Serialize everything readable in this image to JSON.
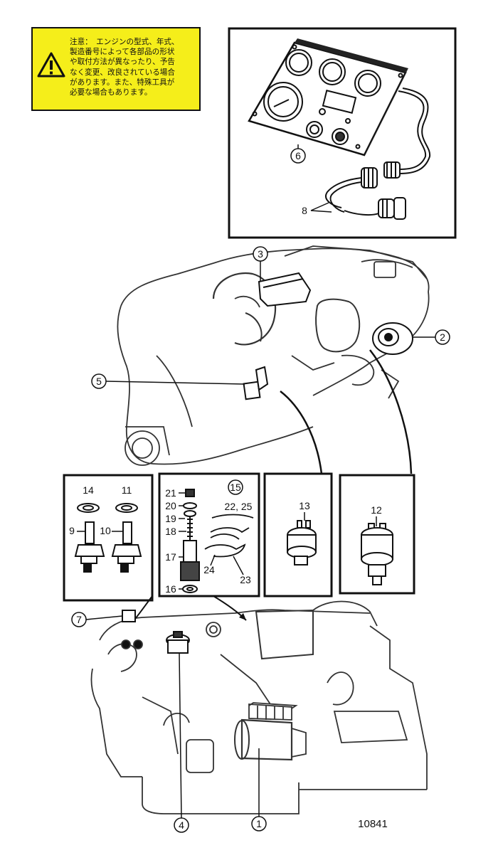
{
  "notice": {
    "icon": "warning-triangle-icon",
    "text": "注意：　エンジンの型式、年式、\n製造番号によって各部品の形状\nや取付方法が異なったり、予告\nなく変更、改良されている場合\nがあります。また、特殊工具が\n必要な場合もあります。"
  },
  "callouts": {
    "c1": "1",
    "c2": "2",
    "c3": "3",
    "c4": "4",
    "c5": "5",
    "c6": "6",
    "c7": "7",
    "c8": "8",
    "c9": "9",
    "c10": "10",
    "c11": "11",
    "c12": "12",
    "c13": "13",
    "c14": "14",
    "c15": "15",
    "c16": "16",
    "c17": "17",
    "c18": "18",
    "c19": "19",
    "c20": "20",
    "c21": "21",
    "c22_25": "22, 25",
    "c23": "23",
    "c24": "24"
  },
  "figure_number": "10841"
}
